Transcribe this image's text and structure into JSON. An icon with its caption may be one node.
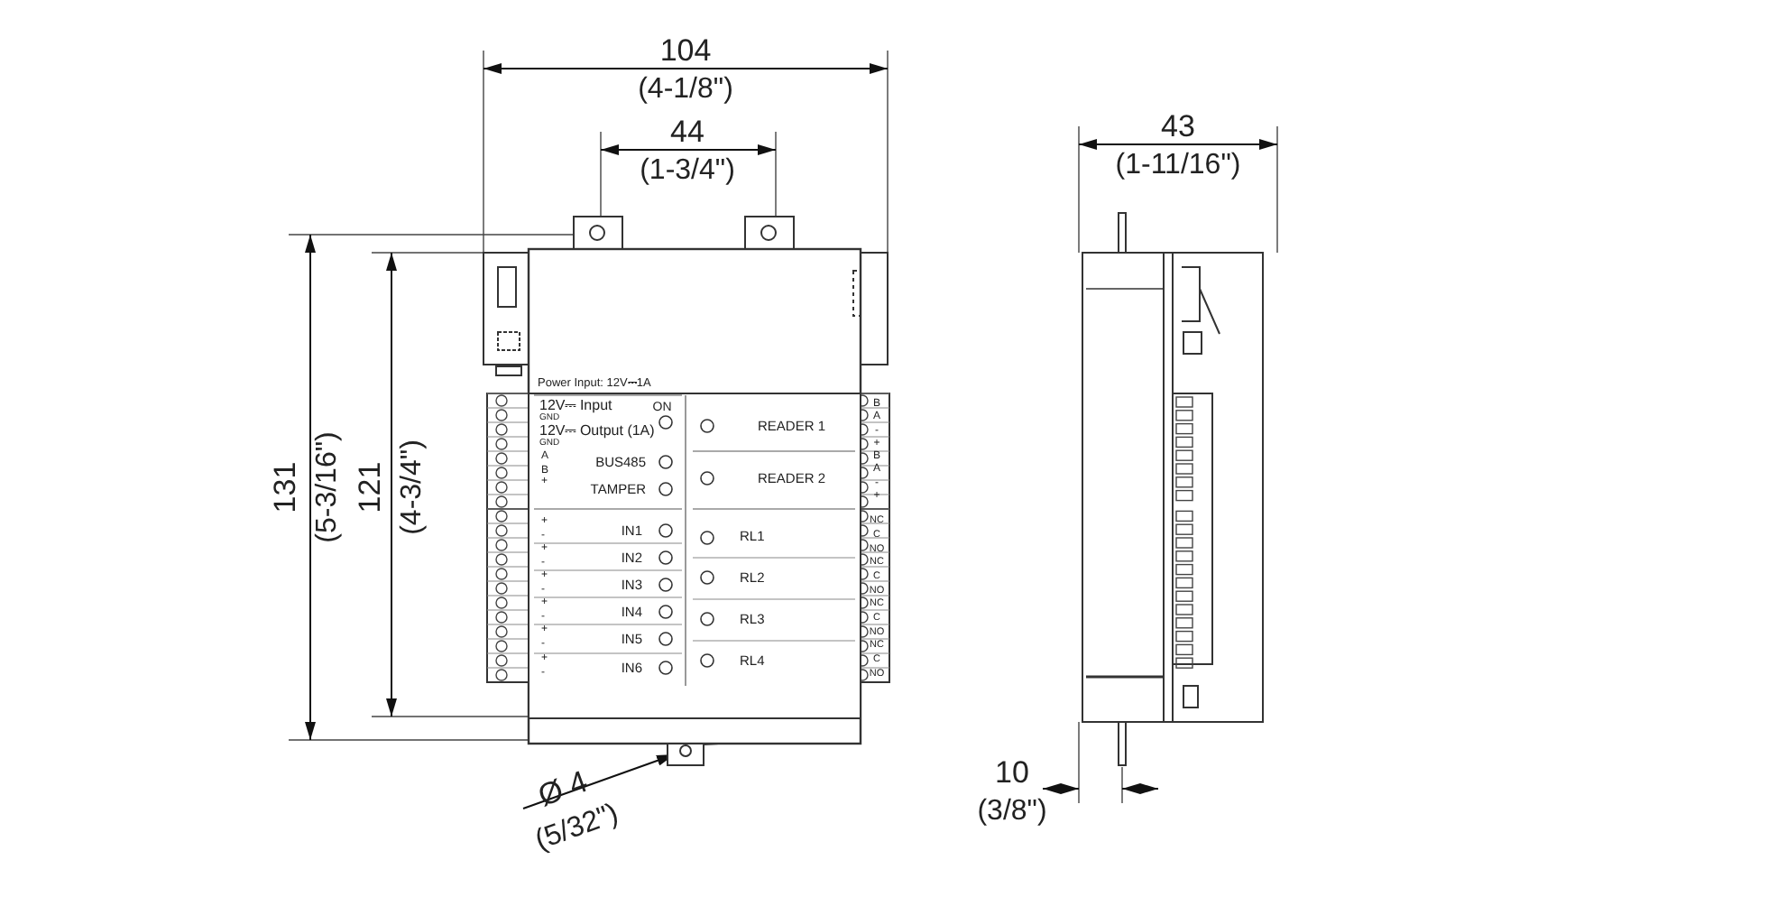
{
  "diagram": {
    "labels": [
      "104",
      "(4-1/8\")",
      "44",
      "(1-3/4\")",
      "43",
      "(1-11/16\")",
      "131",
      "(5-3/16\")",
      "121",
      "(4-3/4\")",
      "Power Input: 12V⎓1A",
      "12V⎓ Input",
      "ON",
      "GND",
      "12V⎓ Output (1A)",
      "GND",
      "B",
      "A",
      "-",
      "+",
      "READER 1",
      "A",
      "BUS485",
      "B",
      "B",
      "A",
      "-",
      "+",
      "READER 2",
      "+",
      "TAMPER",
      "+",
      "IN1",
      "-",
      "+",
      "IN2",
      "-",
      "+",
      "IN3",
      "-",
      "+",
      "IN4",
      "-",
      "+",
      "IN5",
      "-",
      "+",
      "IN6",
      "-",
      "NC",
      "C",
      "NO",
      "RL1",
      "NC",
      "C",
      "NO",
      "RL2",
      "NC",
      "C",
      "NO",
      "RL3",
      "NC",
      "C",
      "NO",
      "RL4",
      "Ø 4",
      "(5/32\")",
      "10",
      "(3/8\")"
    ]
  }
}
